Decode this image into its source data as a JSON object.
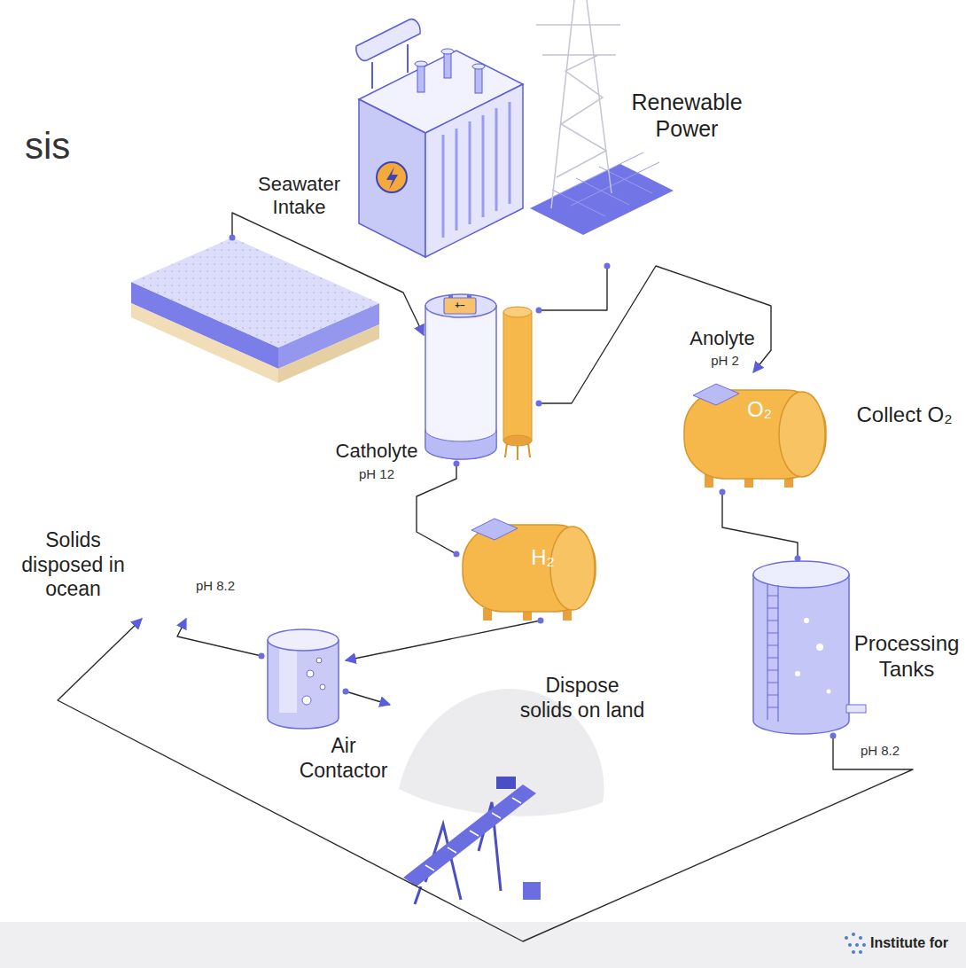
{
  "diagram": {
    "nodes": [
      {
        "text": [
          "Renewable Power"
        ]
      },
      {
        "text": [
          "+−"
        ]
      },
      {
        "text": [
          "O₂",
          "Collect O₂"
        ]
      },
      {
        "text": [
          "H₂"
        ]
      },
      {
        "text": [
          "Solids disposed in ocean"
        ]
      },
      {
        "text": [
          "Processing Tanks"
        ]
      },
      {
        "text": [
          "Air Contactor"
        ]
      },
      {
        "text": [
          "Dispose solids on land"
        ]
      }
    ],
    "edges": [
      {
        "from": 0,
        "to": 1,
        "arrow": "none"
      },
      {
        "from": 4,
        "to": 1,
        "label": "Seawater Intake",
        "arrow": "to"
      },
      {
        "from": 1,
        "to": 2,
        "label": "Anolyte",
        "arrow": "to"
      },
      {
        "from": 1,
        "to": 3,
        "label": "Catholyte",
        "arrow": "none"
      },
      {
        "from": 2,
        "to": 5,
        "arrow": "none"
      },
      {
        "from": 3,
        "to": 6,
        "arrow": "to"
      },
      {
        "from": 6,
        "to": 4,
        "label": "pH 8.2",
        "arrow": "to"
      },
      {
        "from": 6,
        "to": 7,
        "arrow": "to"
      },
      {
        "from": 5,
        "to": 4,
        "label": "pH 8.2",
        "arrow": "to"
      }
    ],
    "labels": [
      "sis",
      "pH 2",
      "pH 12",
      "Institute for"
    ]
  }
}
